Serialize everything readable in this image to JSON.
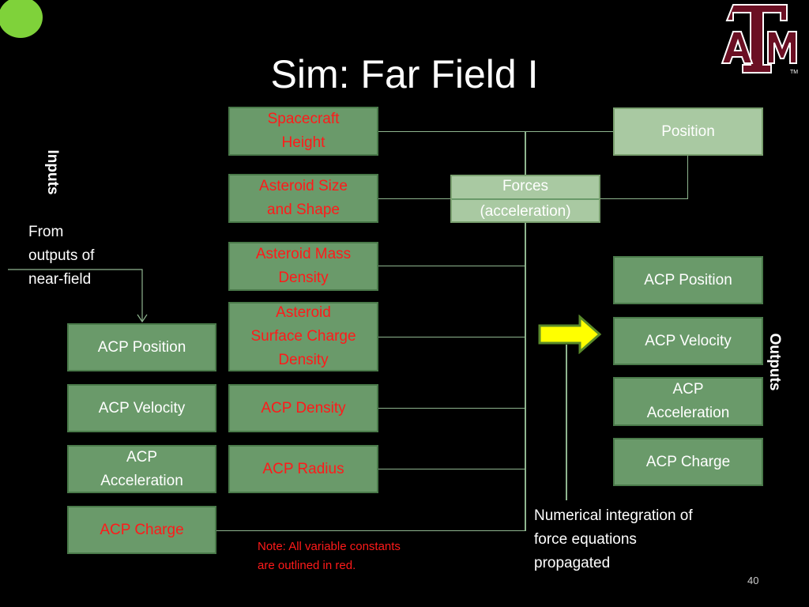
{
  "slide": {
    "title": "Sim: Far Field I",
    "page_number": "40",
    "colors": {
      "background": "#000000",
      "box": "#6a9a6a",
      "box_light": "#a9c9a2",
      "constant_text": "#ff1a1a",
      "arrow": "#ffff00",
      "logo": "#6b0f23"
    }
  },
  "logo": {
    "letters": "ATM",
    "tm": "TM"
  },
  "labels": {
    "inputs": "Inputs",
    "outputs": "Outputs",
    "from_near_field": [
      "From",
      "outputs of",
      "near-field"
    ],
    "integration": [
      "Numerical integration of",
      "force equations",
      "propagated"
    ],
    "note": [
      "Note: All variable constants",
      "are outlined in red."
    ]
  },
  "constants": {
    "spacecraft_height": [
      "Spacecraft",
      "Height"
    ],
    "asteroid_size": [
      "Asteroid Size",
      "and Shape"
    ],
    "asteroid_mass": [
      "Asteroid Mass",
      "Density"
    ],
    "asteroid_charge": [
      "Asteroid",
      "Surface Charge",
      "Density"
    ],
    "acp_density": [
      "ACP Density"
    ],
    "acp_radius": [
      "ACP Radius"
    ]
  },
  "inputs": {
    "position": [
      "ACP Position"
    ],
    "velocity": [
      "ACP Velocity"
    ],
    "acceleration": [
      "ACP",
      "Acceleration"
    ],
    "charge": [
      "ACP Charge"
    ]
  },
  "center": {
    "forces": [
      "Forces",
      "(acceleration)"
    ],
    "position": [
      "Position"
    ]
  },
  "outputs": {
    "position": [
      "ACP Position"
    ],
    "velocity": [
      "ACP Velocity"
    ],
    "acceleration": [
      "ACP",
      "Acceleration"
    ],
    "charge": [
      "ACP Charge"
    ]
  }
}
